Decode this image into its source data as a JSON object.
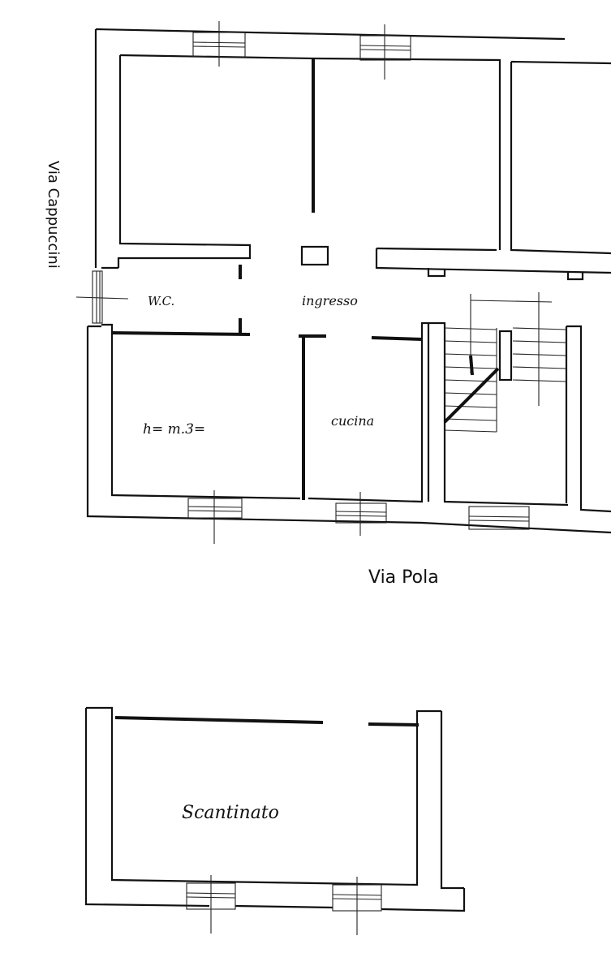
{
  "labels": {
    "wc": "W.C.",
    "ingresso": "ingresso",
    "height_note": "h= m.3=",
    "cucina": "cucina",
    "scantinato": "Scantinato"
  },
  "streets": {
    "west": "Via Cappuccini",
    "south": "Via Pola"
  }
}
